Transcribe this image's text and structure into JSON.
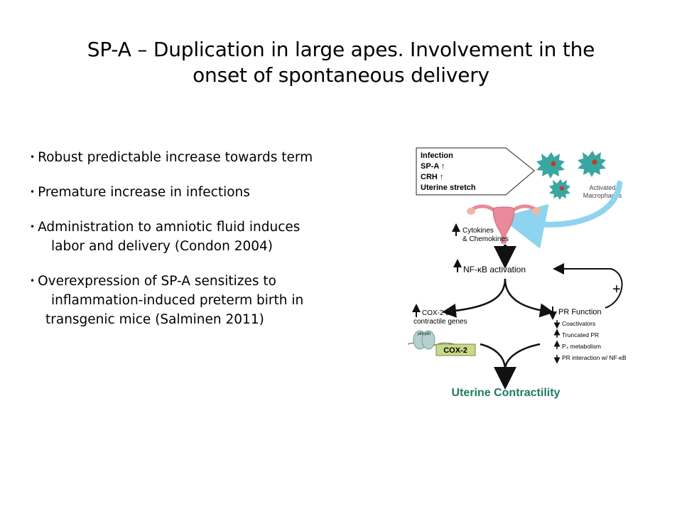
{
  "slide": {
    "title_line1": "SP-A – Duplication in  large apes. Involvement in the",
    "title_line2": "onset of spontaneous delivery"
  },
  "bullets": [
    {
      "lines": [
        "Robust predictable increase towards term"
      ]
    },
    {
      "lines": [
        "Premature increase in infections"
      ]
    },
    {
      "lines": [
        "Administration to amniotic fluid induces",
        "labor and delivery (Condon 2004)"
      ]
    },
    {
      "lines": [
        "Overexpression of SP-A sensitizes to",
        "inflammation-induced preterm birth in",
        "transgenic mice (Salminen 2011)"
      ]
    }
  ],
  "diagram": {
    "callout": [
      "Infection",
      "SP-A ↑",
      "CRH ↑",
      "Uterine stretch"
    ],
    "macrophages_label": [
      "Activated",
      "Macrophages"
    ],
    "cytokines_label": [
      "Cytokines",
      "& Chemokines"
    ],
    "nfkb_label": "NF-κB activation",
    "plus_label": "+",
    "cox_label": [
      "COX-2 &",
      "contractile genes"
    ],
    "pr_label": "PR Function",
    "pr_items": [
      "Coactivators",
      "Truncated PR",
      "P₄ metabolism",
      "PR interaction w/ NF-κB"
    ],
    "pr_item_arrows": [
      "down",
      "up",
      "up",
      "down"
    ],
    "cox2_box": "COX-2",
    "dna_label": "p65 p50",
    "outcome_label": "Uterine Contractility",
    "colors": {
      "macrophage": "#3aa6a0",
      "macrophage_nucleus": "#c0392b",
      "swoosh": "#8fd4ee",
      "uterus": "#e9899a",
      "outcome": "#1f7a63",
      "cox2_box": "#c9d98a",
      "dna": "#b7cfd0"
    }
  }
}
